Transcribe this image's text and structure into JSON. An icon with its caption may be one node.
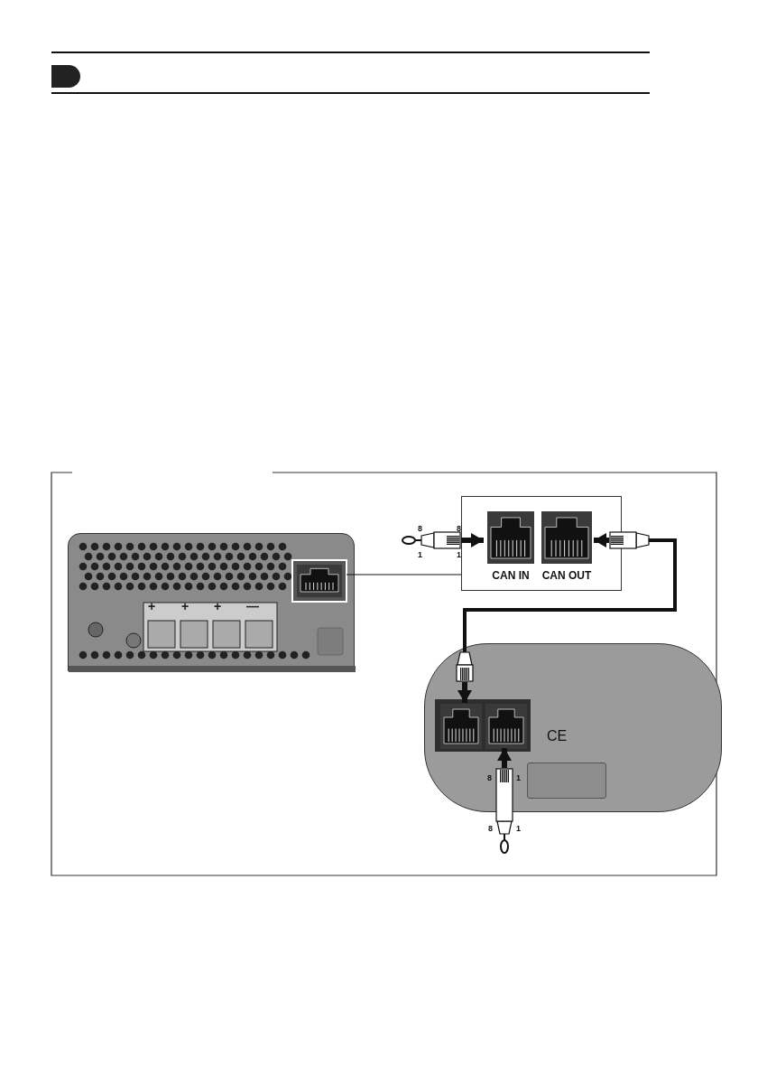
{
  "diagram": {
    "nodes": [
      {
        "text": [],
        "shape": "box"
      },
      {
        "text": [],
        "shape": "box",
        "in": 0
      },
      {
        "text": [],
        "shape": "box"
      },
      {
        "text": [
          "CAN IN"
        ],
        "in": 2
      },
      {
        "text": [
          "CAN OUT"
        ],
        "in": 2
      },
      {
        "text": [],
        "shape": "plug"
      },
      {
        "text": [],
        "shape": "plug"
      },
      {
        "text": [],
        "shape": "plug"
      },
      {
        "text": [],
        "shape": "box"
      },
      {
        "text": [],
        "shape": "box",
        "in": 8
      },
      {
        "text": [],
        "shape": "box",
        "in": 8
      },
      {
        "text": [],
        "shape": "plug"
      },
      {
        "text": [],
        "shape": "box",
        "in": 8
      }
    ],
    "edges": [
      {
        "from": 1,
        "to": 2,
        "arrow": "none"
      },
      {
        "from": 5,
        "to": 3,
        "arrow": "to"
      },
      {
        "from": 6,
        "to": 4,
        "arrow": "to"
      },
      {
        "from": 6,
        "to": 7,
        "arrow": "none"
      },
      {
        "from": 7,
        "to": 9,
        "arrow": "to"
      },
      {
        "from": 11,
        "to": 10,
        "arrow": "to"
      }
    ],
    "labels": [
      "8",
      "8",
      "1",
      "1",
      "+",
      "+",
      "+",
      "—",
      "CE",
      "8",
      "1",
      "8",
      "1"
    ]
  }
}
